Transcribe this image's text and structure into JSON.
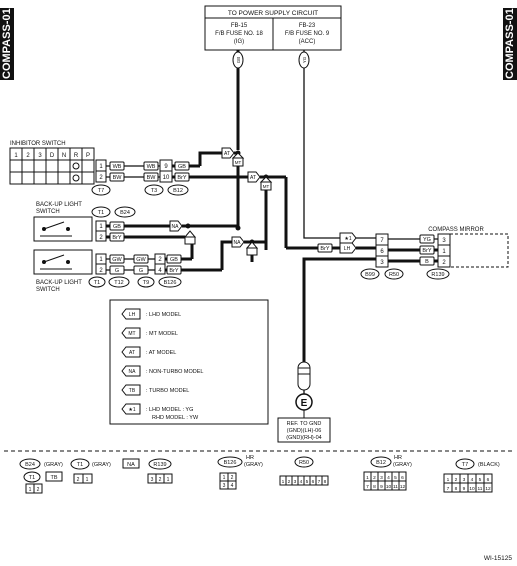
{
  "side_label_left": "COMPASS-01",
  "side_label_right": "COMPASS-01",
  "power": {
    "title": "TO POWER SUPPLY CIRCUIT",
    "fb15": [
      "FB-15",
      "F/B FUSE NO. 18",
      "(IG)"
    ],
    "fb23": [
      "FB-23",
      "F/B FUSE NO. 9",
      "(ACC)"
    ],
    "wire_ig": "GB",
    "wire_acc": "YG"
  },
  "inhibitor": {
    "title": "INHIBITOR SWITCH",
    "positions": [
      "1",
      "2",
      "3",
      "D",
      "N",
      "R",
      "P"
    ],
    "pins": [
      {
        "pin": "1",
        "wire": "WB"
      },
      {
        "pin": "2",
        "wire": "BW"
      }
    ],
    "mid_wires": [
      {
        "left": "WB",
        "pin": "9",
        "right": "GB"
      },
      {
        "left": "BW",
        "pin": "10",
        "right": "BrY"
      }
    ],
    "connectors": [
      "T7",
      "T3",
      "B12"
    ]
  },
  "backup1": {
    "title": [
      "BACK-UP LIGHT",
      "SWITCH"
    ],
    "connectors": [
      "T1",
      "B24"
    ],
    "pins": [
      {
        "pin": "1",
        "wire": "GB"
      },
      {
        "pin": "2",
        "wire": "BrY"
      }
    ]
  },
  "backup2": {
    "title": [
      "BACK-UP LIGHT",
      "SWITCH"
    ],
    "pins": [
      {
        "pin": "1",
        "wire": "GW",
        "w2": "GW",
        "pin2": "2",
        "w3": "GB"
      },
      {
        "pin": "2",
        "wire": "G",
        "w2": "G",
        "pin2": "4",
        "w3": "BrY"
      }
    ],
    "connectors": [
      "T1",
      "T12",
      "T9",
      "B126"
    ]
  },
  "mirror": {
    "title": "COMPASS MIRROR",
    "rows": [
      {
        "tag": "★1",
        "pin": "7",
        "wire": "YG",
        "mpin": "3"
      },
      {
        "tag": "LH",
        "pin": "6",
        "wire": "BrY",
        "mpin": "1"
      },
      {
        "tag": "",
        "pin": "3",
        "wire": "B",
        "mpin": "2"
      }
    ],
    "wire_mid": "BrY",
    "connectors": [
      "B99",
      "R50",
      "R139"
    ]
  },
  "legend": [
    {
      "tag": "LH",
      "text": ": LHD MODEL"
    },
    {
      "tag": "MT",
      "text": ": MT MODEL"
    },
    {
      "tag": "AT",
      "text": ": AT MODEL"
    },
    {
      "tag": "NA",
      "text": ": NON-TURBO MODEL"
    },
    {
      "tag": "TB",
      "text": ": TURBO MODEL"
    },
    {
      "tag": "★1",
      "text": ": LHD MODEL : YG",
      "text2": "RHD MODEL : YW"
    }
  ],
  "ground": {
    "symbol": "E",
    "lines": [
      "REF. TO GND",
      "(GND)(LH)-06",
      "(GND)(RH)-04"
    ]
  },
  "tags": {
    "at": "AT",
    "mt": "MT",
    "na": "NA",
    "lh": "LH",
    "star": "★1"
  },
  "bottom": {
    "b24": "B24",
    "b24c": "(GRAY)",
    "t1": "T1",
    "t1c": "(GRAY)",
    "na": "NA",
    "t1b": "T1",
    "tb": "TB",
    "b126": "B126",
    "b126h": "HR",
    "b126c": "(GRAY)",
    "b139": "R139",
    "r50": "R50",
    "b12": "B12",
    "b12h": "HR",
    "b12c": "(GRAY)",
    "t7": "T7",
    "t7c": "(BLACK)",
    "pins_21": [
      "2",
      "1"
    ],
    "pins_321": [
      "3",
      "2",
      "1"
    ],
    "pins_1234": [
      "1",
      "2",
      "3",
      "4"
    ],
    "pins_r50": [
      "1",
      "2",
      "3",
      "4",
      "5",
      "6",
      "7",
      "8"
    ],
    "pins_b12": [
      "1",
      "2",
      "3",
      "4",
      "5",
      "6",
      "7",
      "8",
      "9",
      "10",
      "11",
      "12"
    ],
    "pins_t7": [
      "1",
      "2",
      "3",
      "4",
      "5",
      "6",
      "7",
      "8",
      "9",
      "10",
      "11",
      "12"
    ],
    "pins_12": [
      "1",
      "2"
    ]
  },
  "figure_id": "WI-15125"
}
